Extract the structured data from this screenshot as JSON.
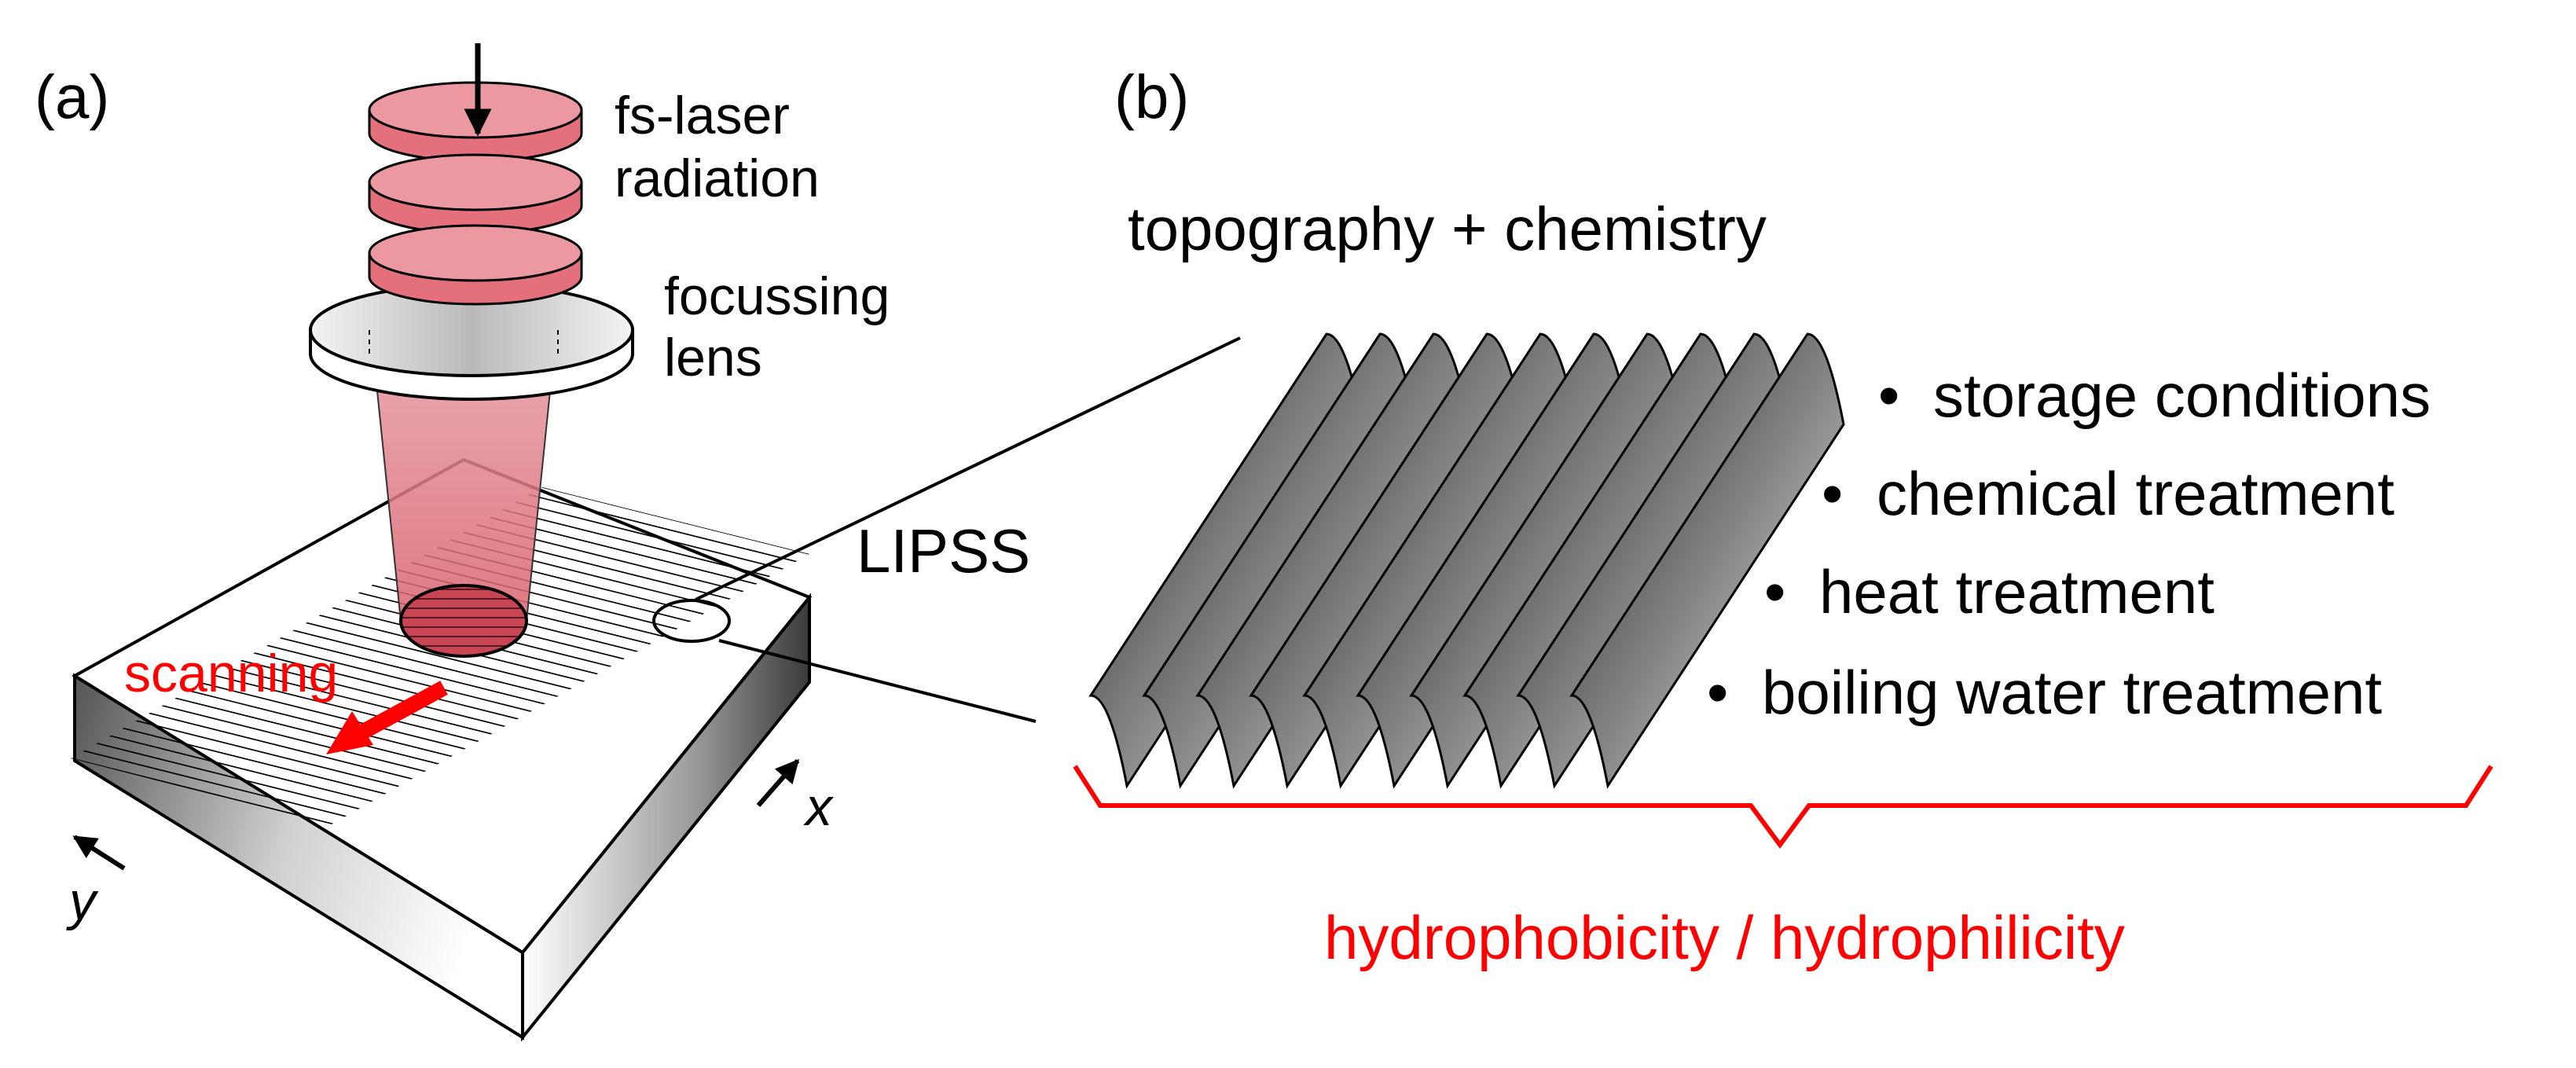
{
  "panel_a": {
    "label": "(a)",
    "laser_label_line1": "fs-laser",
    "laser_label_line2": "radiation",
    "lens_label_line1": "focussing",
    "lens_label_line2": "lens",
    "scanning_label": "scanning",
    "axis_x": "x",
    "axis_y": "y"
  },
  "panel_b": {
    "label": "(b)",
    "title": "topography + chemistry",
    "structure_label": "LIPSS",
    "bullets": [
      "storage conditions",
      "chemical treatment",
      "heat treatment",
      "boiling water treatment"
    ],
    "bullet_symbol": "•",
    "result": "hydrophobicity / hydrophilicity"
  },
  "colors": {
    "accent_red": "#ff0000",
    "laser_fill": "#e58088",
    "laser_disk": "#e4707c",
    "ink": "#000000"
  }
}
